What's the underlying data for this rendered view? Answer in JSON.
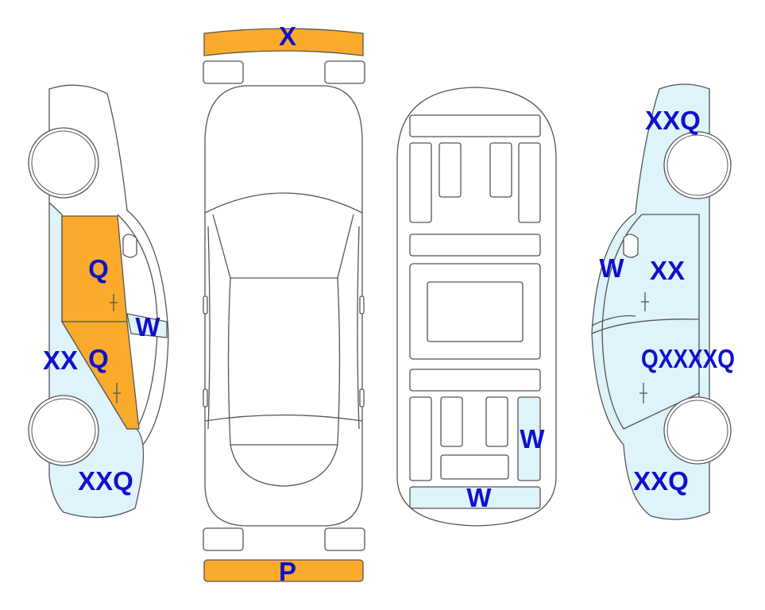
{
  "colors": {
    "damage_orange": "#fbab2c",
    "damage_blue": "#dff3fa",
    "code_text": "#1010cc",
    "outline": "#555555"
  },
  "codes": {
    "front_bumper": "X",
    "rear_bumper": "P",
    "left_door_front": "Q",
    "left_door_rear": "Q",
    "left_mirror": "W",
    "left_rocker": "XX",
    "left_rear_quarter": "XXQ",
    "right_front_fender": "XXQ",
    "right_mirror": "W",
    "right_door_upper": "XX",
    "right_door_lower": "QXXXXQ",
    "right_rear_quarter": "XXQ",
    "interior_right": "W",
    "interior_rear": "W"
  }
}
